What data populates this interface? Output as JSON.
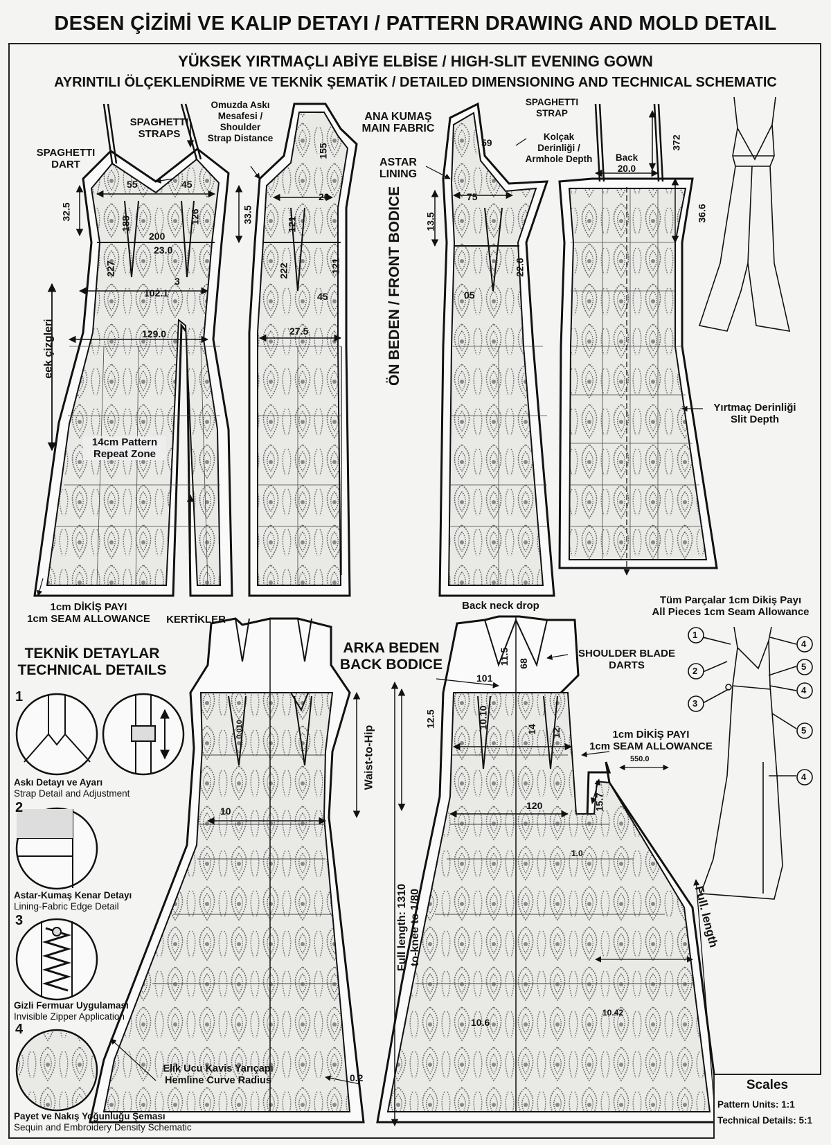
{
  "title": "DESEN ÇİZİMİ VE KALIP DETAYI / PATTERN DRAWING AND MOLD DETAIL",
  "subtitle1": "YÜKSEK YIRTMAÇLI ABİYE ELBİSE / HIGH-SLIT EVENING GOWN",
  "subtitle2": "AYRINTILI ÖLÇEKLENDİRME VE TEKNİK ŞEMATİK / DETAILED DIMENSIONING AND TECHNICAL SCHEMATIC",
  "labels": {
    "spaghetti_dart": [
      "SPAGHETTI",
      "DART"
    ],
    "spaghetti_straps": [
      "SPAGHETTI",
      "STRAPS"
    ],
    "shoulder_strap": [
      "Omuzda Askı",
      "Mesafesi /",
      "Shoulder",
      "Strap Distance"
    ],
    "main_fabric": [
      "ANA KUMAŞ",
      "MAIN FABRIC"
    ],
    "lining": [
      "ASTAR",
      "LINING"
    ],
    "front_bodice": "ÖN BEDEN / FRONT BODICE",
    "spaghetti_strap": [
      "SPAGHETTI",
      "STRAP"
    ],
    "armhole": [
      "Kolçak",
      "Derinliği /",
      "Armhole Depth"
    ],
    "back": [
      "Back",
      "20.0"
    ],
    "pattern_lines": "eek çizgleri",
    "repeat_zone": [
      "14cm Pattern",
      "Repeat Zone"
    ],
    "seam_allowance": [
      "1cm DİKİŞ PAYI",
      "1cm SEAM ALLOWANCE"
    ],
    "notches": "KERTİKLER",
    "slit_depth": [
      "Yırtmaç Derinliği",
      "Slit Depth"
    ],
    "back_neck_drop": "Back neck drop",
    "all_pieces": [
      "Tüm Parçalar 1cm Dikiş Payı",
      "All Pieces 1cm Seam Allowance"
    ],
    "back_bodice": [
      "ARKA BEDEN",
      "BACK BODICE"
    ],
    "shoulder_blade": [
      "SHOULDER BLADE",
      "DARTS"
    ],
    "seam_allowance_2": [
      "1cm DİKİŞ PAYI",
      "1cm SEAM ALLOWANCE"
    ],
    "waist_to_hip": "Waist-to-Hip",
    "full_length": [
      "Full length: 1310",
      "to-knee to 1/80"
    ],
    "full_length_2": "Full. length",
    "hemline": [
      "Elık Ucu Kavis Yarıçapı",
      "Hemline Curve Radius"
    ]
  },
  "dimensions": {
    "d55": "55",
    "d45": "45",
    "d32_5": "32.5",
    "d188": "188",
    "d126": "126",
    "d33_5": "33.5",
    "d200": "200",
    "d23_0": "23.0",
    "d227": "227",
    "d3": "3",
    "d102_1": "102.1",
    "d129_0": "129.0",
    "d155": "155",
    "d20": "20",
    "d121a": "121",
    "d222": "222",
    "d121b": "121",
    "d45b": "45",
    "d27_5": "27.5",
    "d59": "59",
    "d75": "75",
    "d13_5": "13.5",
    "d226": "22.6",
    "d05": "05",
    "d372": "372",
    "d36_6": "36.6",
    "d101": "101",
    "d11_5": "11.5",
    "d68": "68",
    "d12_5": "12.5",
    "d1010": "10.10",
    "d14": "14",
    "d12": "12",
    "d120": "120",
    "d15_7": "15.7",
    "d550": "550.0",
    "d10": "10",
    "d010": "0.010",
    "d1_0": "1.0",
    "d10_6": "10.6",
    "d10_42": "10.42",
    "d0_2": "0.2"
  },
  "markers": [
    "1",
    "2",
    "3",
    "4",
    "5",
    "4",
    "5",
    "4"
  ],
  "technical_details": {
    "title": [
      "TEKNİK DETAYLAR",
      "TECHNICAL DETAILS"
    ],
    "items": [
      {
        "num": "1",
        "tr": "Askı Detayı ve Ayarı",
        "en": "Strap Detail and Adjustment"
      },
      {
        "num": "2",
        "tr": "Astar-Kumaş Kenar Detayı",
        "en": "Lining-Fabric Edge Detail"
      },
      {
        "num": "3",
        "tr": "Gizli Fermuar Uygulaması",
        "en": "Invisible Zipper Application"
      },
      {
        "num": "4",
        "tr": "Payet ve Nakış Yoğunluğu Şeması",
        "en": "Sequin and Embroidery Density Schematic"
      }
    ]
  },
  "scales": {
    "title": "Scales",
    "pattern_units": "Pattern Units: 1:1",
    "technical_details": "Technical Details: 5:1"
  }
}
